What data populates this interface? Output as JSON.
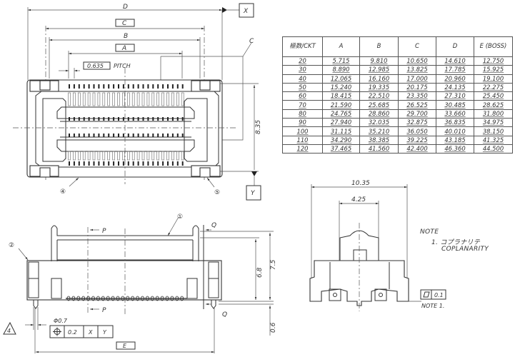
{
  "top_view": {
    "dim_D": "D",
    "dim_C": "C",
    "dim_B": "B",
    "dim_A": "A",
    "pitch_value": "0.635",
    "pitch_label": "PITCH",
    "chamfer_label": "C",
    "datum_x": "X",
    "datum_y": "Y",
    "height_dim": "8.35",
    "callout_4": "④",
    "callout_5": "⑤"
  },
  "side_view": {
    "callout_1": "①",
    "callout_2": "②",
    "section_p_top": "P",
    "section_p_bottom": "P",
    "section_q_top": "Q",
    "section_q_bottom": "Q",
    "dim_6_8": "6.8",
    "dim_7_5": "7.5",
    "dim_0_6": "0.6",
    "boss_diameter": "Φ0.7",
    "position_tol_value": "0.2",
    "position_datum_1": "X",
    "position_datum_2": "Y",
    "dim_E": "E",
    "note_flag": "4"
  },
  "end_view": {
    "dim_overall": "10.35",
    "dim_inner": "4.25",
    "flatness_value": "0.1",
    "note_ref": "NOTE 1."
  },
  "notes": {
    "title": "NOTE",
    "item_1_jp": "1. コプラナリテ",
    "item_1_en": "COPLANARITY"
  },
  "dimension_table": {
    "headers": [
      "極数/CKT",
      "A",
      "B",
      "C",
      "D",
      "E (BOSS)"
    ],
    "rows": [
      [
        "20",
        "5.715",
        "9.810",
        "10.650",
        "14.610",
        "12.750"
      ],
      [
        "30",
        "8.890",
        "12.985",
        "13.825",
        "17.785",
        "15.925"
      ],
      [
        "40",
        "12.065",
        "16.160",
        "17.000",
        "20.960",
        "19.100"
      ],
      [
        "50",
        "15.240",
        "19.335",
        "20.175",
        "24.135",
        "22.275"
      ],
      [
        "60",
        "18.415",
        "22.510",
        "23.350",
        "27.310",
        "25.450"
      ],
      [
        "70",
        "21.590",
        "25.685",
        "26.525",
        "30.485",
        "28.625"
      ],
      [
        "80",
        "24.765",
        "28.860",
        "29.700",
        "33.660",
        "31.800"
      ],
      [
        "90",
        "27.940",
        "32.035",
        "32.875",
        "36.835",
        "34.975"
      ],
      [
        "100",
        "31.115",
        "35.210",
        "36.050",
        "40.010",
        "38.150"
      ],
      [
        "110",
        "34.290",
        "38.385",
        "39.225",
        "43.185",
        "41.325"
      ],
      [
        "120",
        "37.465",
        "41.560",
        "42.400",
        "46.360",
        "44.500"
      ]
    ]
  }
}
